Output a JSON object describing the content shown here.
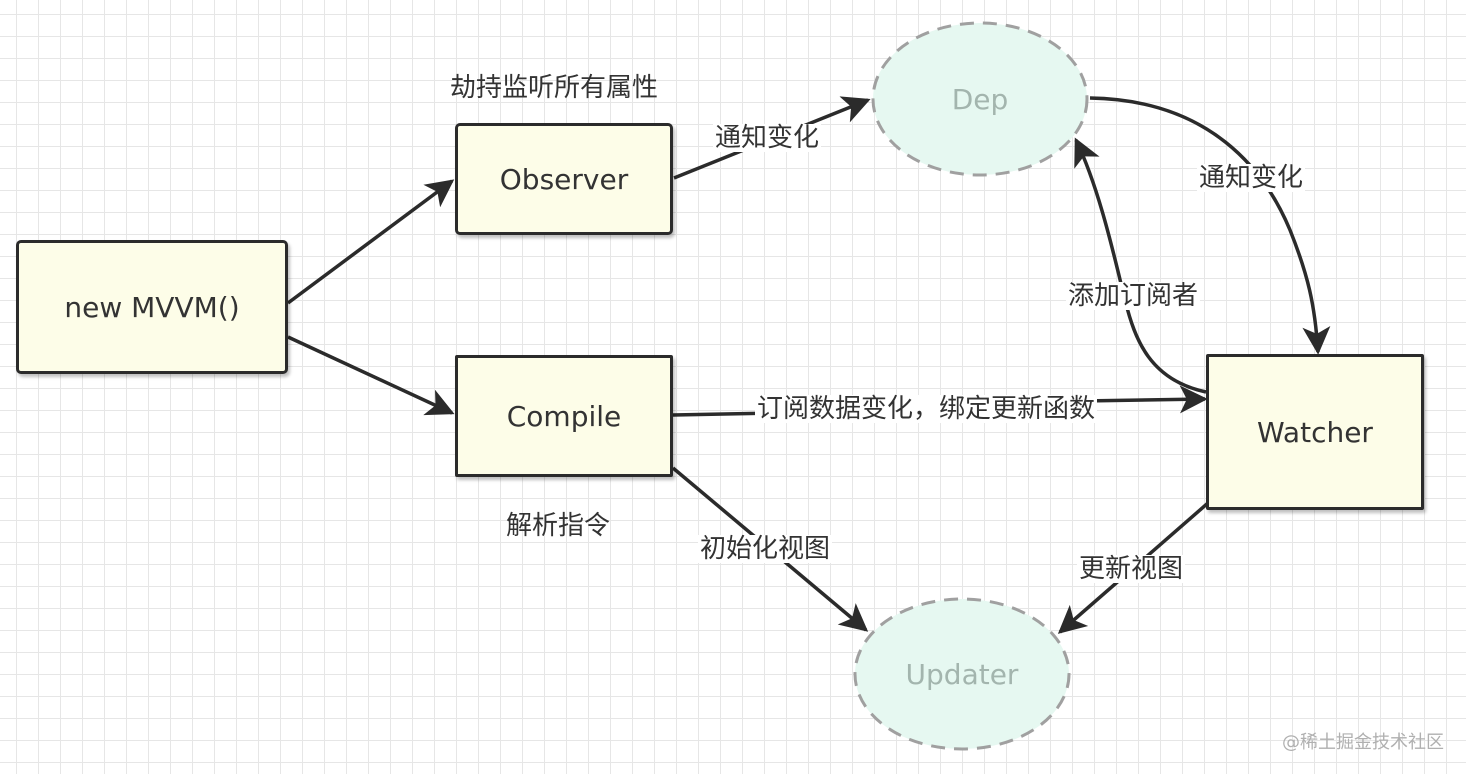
{
  "nodes": {
    "mvvm": "new MVVM()",
    "observer": "Observer",
    "compile": "Compile",
    "dep": "Dep",
    "watcher": "Watcher",
    "updater": "Updater"
  },
  "annotations": {
    "observer_caption": "劫持监听所有属性",
    "compile_caption": "解析指令"
  },
  "edge_labels": {
    "observer_to_dep": "通知变化",
    "dep_to_watcher": "通知变化",
    "watcher_to_dep": "添加订阅者",
    "compile_to_watcher": "订阅数据变化，绑定更新函数",
    "compile_to_updater": "初始化视图",
    "watcher_to_updater": "更新视图"
  },
  "watermark": "@稀土掘金技术社区",
  "colors": {
    "box_fill": "#fdfde8",
    "box_stroke": "#2b2b2b",
    "ellipse_fill": "#e6f8f1",
    "ellipse_stroke": "#a0a0a0",
    "ellipse_text": "#a3b5ae",
    "arrow": "#2b2b2b",
    "grid": "#e6e6e6"
  }
}
